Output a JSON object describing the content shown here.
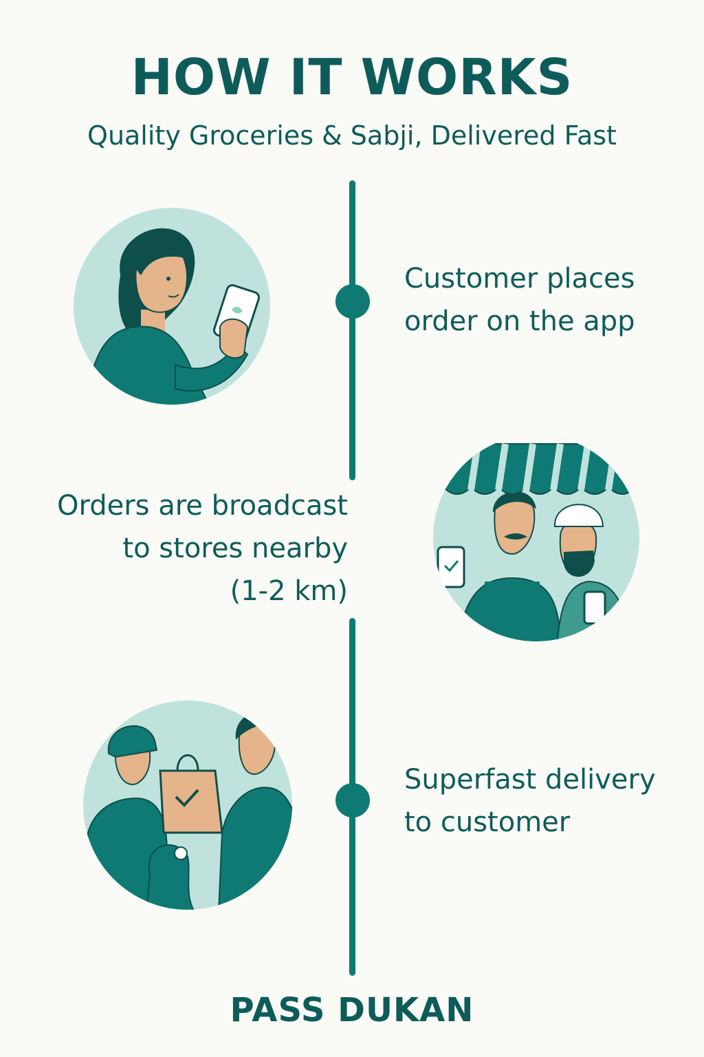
{
  "header": {
    "title": "HOW IT WORKS",
    "subtitle": "Quality Groceries & Sabji, Delivered Fast"
  },
  "steps": [
    {
      "line1": "Customer places",
      "line2": "order on the app",
      "illustration_icon": "woman-phone-icon"
    },
    {
      "line1": "Orders are broadcast",
      "line2": "to stores nearby",
      "line3": "(1-2 km)",
      "illustration_icon": "shopkeepers-icon"
    },
    {
      "line1": "Superfast delivery",
      "line2": "to customer",
      "illustration_icon": "delivery-handoff-icon"
    }
  ],
  "footer": {
    "brand": "PASS DUKAN"
  },
  "colors": {
    "primary": "#0e5c59",
    "accent": "#0e7a73",
    "circle_bg": "#bfe3dc",
    "skin": "#e6b48a",
    "background": "#fafaf6"
  }
}
